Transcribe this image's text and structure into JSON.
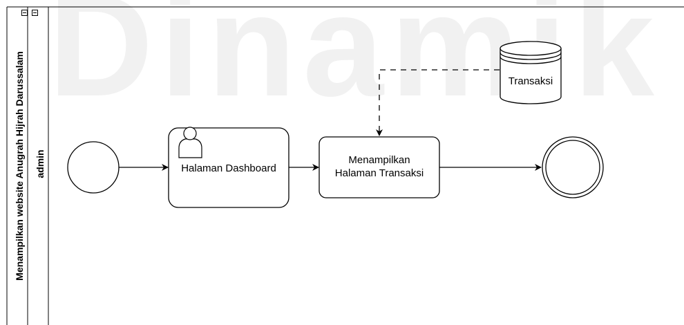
{
  "watermark": "Dinamik",
  "pool": {
    "label": "Menampilkan website Anugrah Hijrah Darussalam"
  },
  "lane": {
    "label": "admin"
  },
  "tasks": [
    {
      "label": "Halaman Dashboard"
    },
    {
      "label_line1": "Menampilkan",
      "label_line2": "Halaman Transaksi"
    }
  ],
  "datastore": {
    "label": "Transaksi"
  }
}
